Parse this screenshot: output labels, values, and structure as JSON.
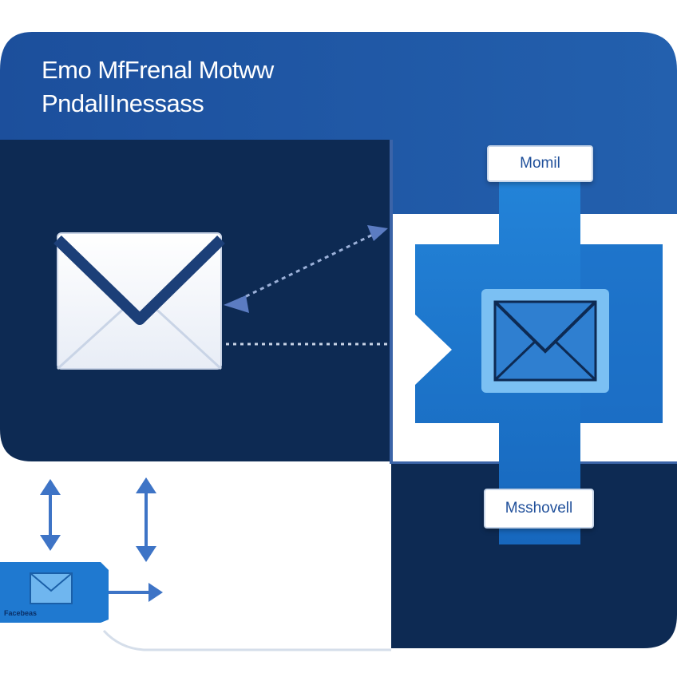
{
  "header": {
    "title_line_1": "Emo MfFrenal Motww",
    "title_line_2": "PndalIInessass"
  },
  "server": {
    "top_label": "Momil",
    "bottom_label": "Msshovell"
  },
  "small_envelope": {
    "label": "Facebeas"
  },
  "icons": [
    "envelope-icon",
    "server-envelope-icon",
    "small-envelope-icon",
    "arrow-icon"
  ],
  "colors": {
    "header_blue": "#2058a6",
    "dark_navy": "#0d2a53",
    "server_blue": "#1f79d0",
    "arrow_blue": "#4a7cc9"
  }
}
